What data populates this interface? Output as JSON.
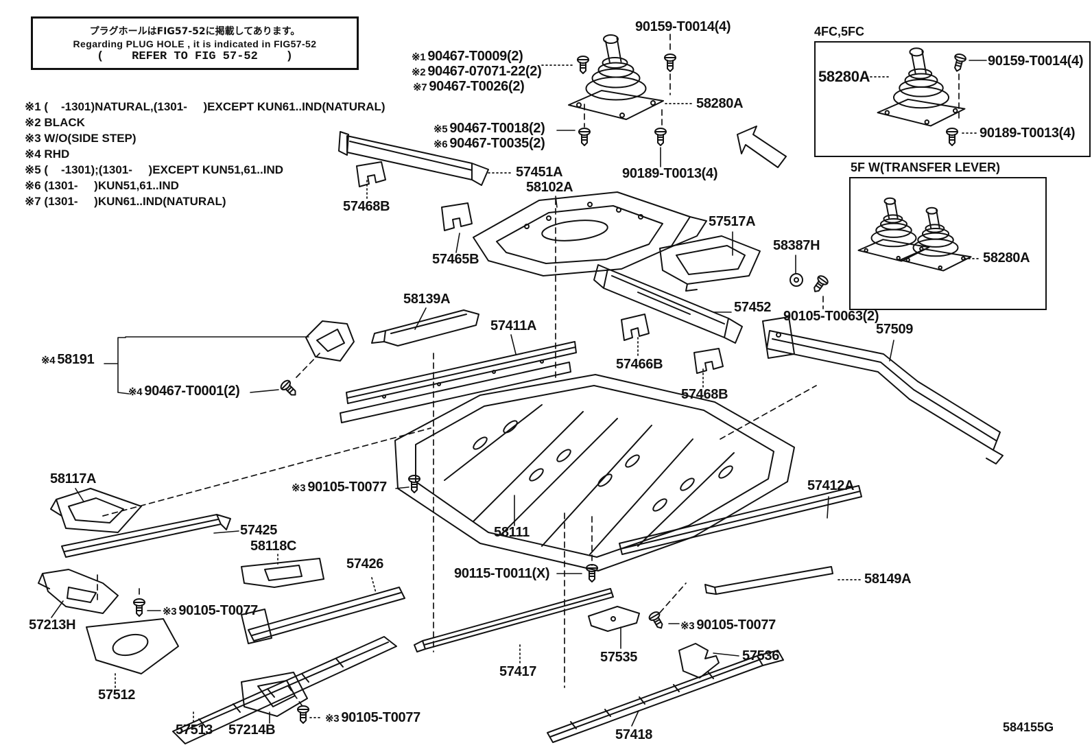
{
  "note": {
    "jp": "プラグホールはFIG57-52に掲載してあります。",
    "en": "Regarding PLUG HOLE , it is indicated in FIG57-52",
    "ref": "(    REFER TO FIG 57-52    )"
  },
  "legend": [
    {
      "text": "※1 (    -1301)NATURAL,(1301-     )EXCEPT KUN61..IND(NATURAL)"
    },
    {
      "text": "※2 BLACK"
    },
    {
      "text": "※3 W/O(SIDE STEP)"
    },
    {
      "text": "※4 RHD"
    },
    {
      "text": "※5 (    -1301);(1301-     )EXCEPT KUN51,61..IND"
    },
    {
      "text": "※6 (1301-     )KUN51,61..IND"
    },
    {
      "text": "※7 (1301-     )KUN61..IND(NATURAL)"
    }
  ],
  "labels": [
    {
      "p": "",
      "t": "90159-T0014(4)"
    },
    {
      "p": "※1",
      "t": "90467-T0009(2)"
    },
    {
      "p": "※2",
      "t": "90467-07071-22(2)"
    },
    {
      "p": "※7",
      "t": "90467-T0026(2)"
    },
    {
      "p": "",
      "t": "58280A"
    },
    {
      "p": "※5",
      "t": "90467-T0018(2)"
    },
    {
      "p": "※6",
      "t": "90467-T0035(2)"
    },
    {
      "p": "",
      "t": "57451A"
    },
    {
      "p": "",
      "t": "58102A"
    },
    {
      "p": "",
      "t": "90189-T0013(4)"
    },
    {
      "p": "",
      "t": "57468B"
    },
    {
      "p": "",
      "t": "57465B"
    },
    {
      "p": "",
      "t": "57517A"
    },
    {
      "p": "",
      "t": "58387H"
    },
    {
      "p": "",
      "t": "57452"
    },
    {
      "p": "",
      "t": "90105-T0063(2)"
    },
    {
      "p": "",
      "t": "57509"
    },
    {
      "p": "",
      "t": "58139A"
    },
    {
      "p": "",
      "t": "57411A"
    },
    {
      "p": "",
      "t": "57466B"
    },
    {
      "p": "",
      "t": "57468B"
    },
    {
      "p": "※4",
      "t": "58191"
    },
    {
      "p": "※4",
      "t": "90467-T0001(2)"
    },
    {
      "p": "",
      "t": "58117A"
    },
    {
      "p": "※3",
      "t": "90105-T0077"
    },
    {
      "p": "",
      "t": "57425"
    },
    {
      "p": "",
      "t": "58118C"
    },
    {
      "p": "",
      "t": "57426"
    },
    {
      "p": "",
      "t": "58111"
    },
    {
      "p": "",
      "t": "57412A"
    },
    {
      "p": "",
      "t": "90115-T0011(X)"
    },
    {
      "p": "",
      "t": "58149A"
    },
    {
      "p": "",
      "t": "57213H"
    },
    {
      "p": "※3",
      "t": "90105-T0077"
    },
    {
      "p": "※3",
      "t": "90105-T0077"
    },
    {
      "p": "",
      "t": "57535"
    },
    {
      "p": "",
      "t": "57536"
    },
    {
      "p": "",
      "t": "57417"
    },
    {
      "p": "",
      "t": "57512"
    },
    {
      "p": "",
      "t": "57513"
    },
    {
      "p": "",
      "t": "57214B"
    },
    {
      "p": "※3",
      "t": "90105-T0077"
    },
    {
      "p": "",
      "t": "57418"
    }
  ],
  "insets": [
    {
      "title": "4FC,5FC",
      "labels": [
        {
          "t": "58280A"
        },
        {
          "t": "90159-T0014(4)"
        },
        {
          "t": "90189-T0013(4)"
        }
      ]
    },
    {
      "title": "5F W(TRANSFER LEVER)",
      "labels": [
        {
          "t": "58280A"
        }
      ]
    }
  ],
  "diagram_code": "584155G",
  "colors": {
    "line": "#111111",
    "background": "#ffffff"
  }
}
